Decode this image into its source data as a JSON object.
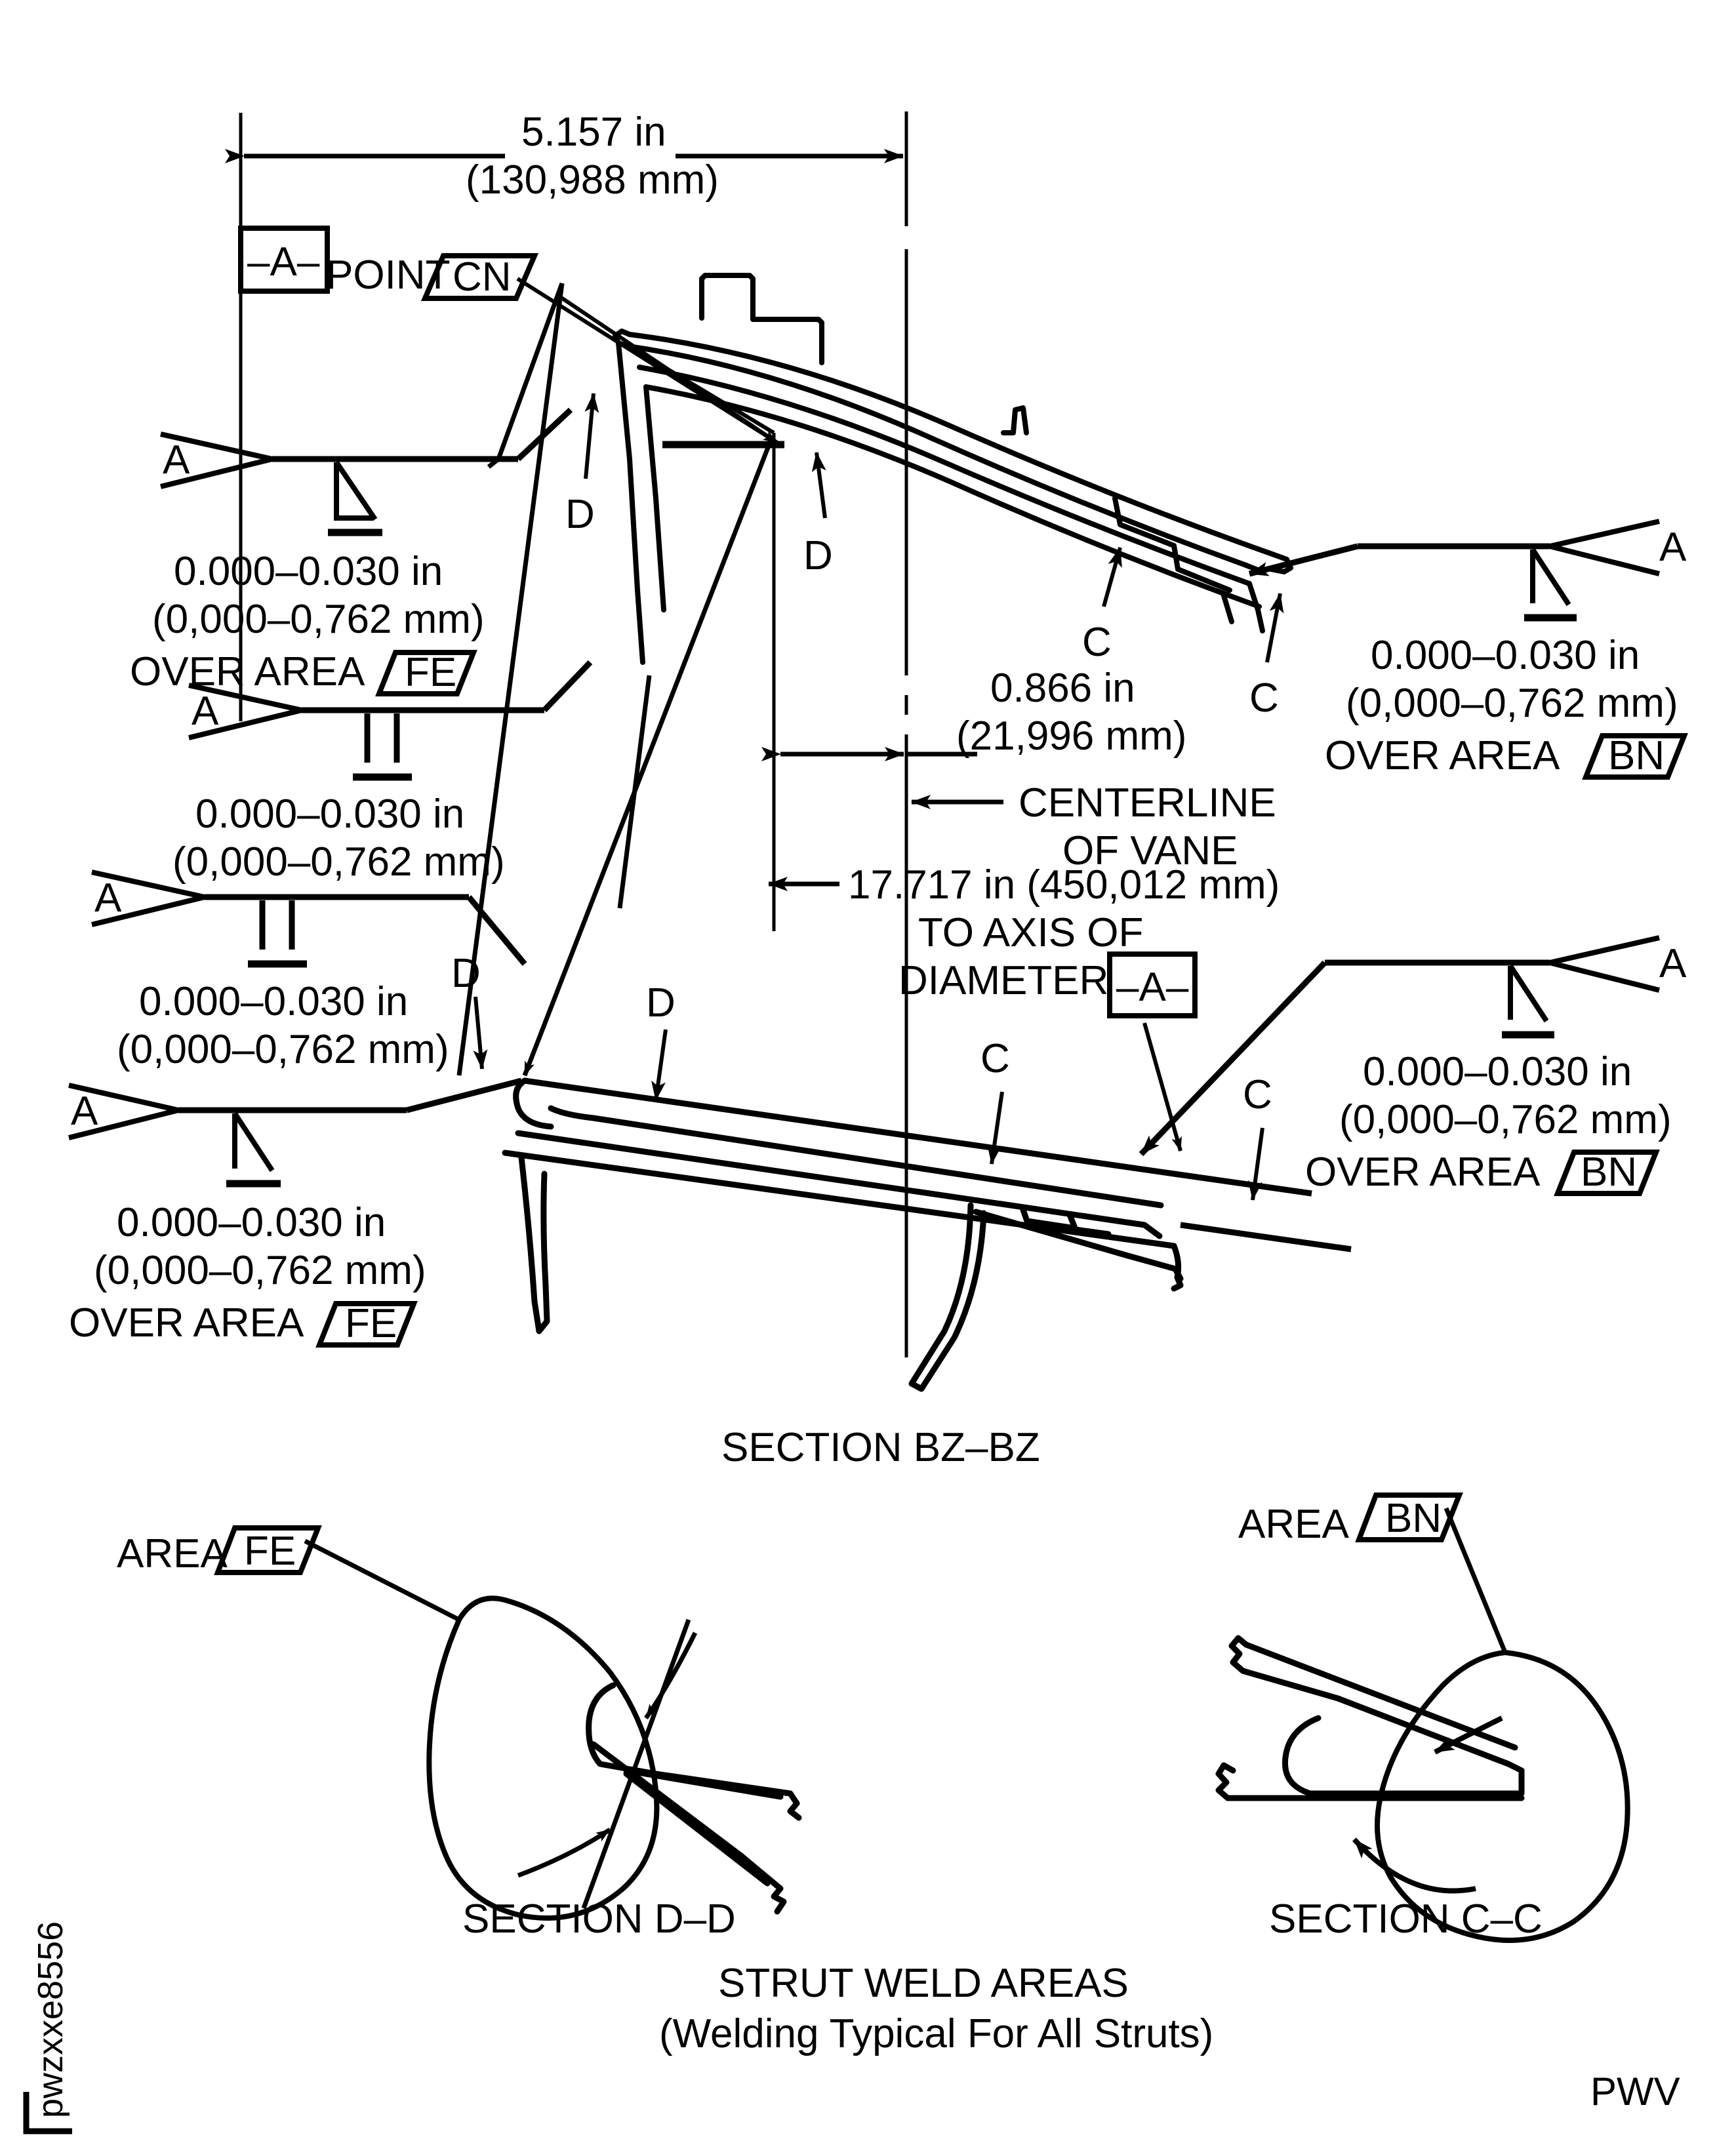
{
  "drawing": {
    "id_code": "pwzxxe8556",
    "corner_code": "PWV",
    "title": "STRUT WELD AREAS",
    "subtitle": "(Welding Typical For All Struts)"
  },
  "sections": {
    "main_label": "SECTION BZ–BZ",
    "detail_dd_label": "SECTION D–D",
    "detail_cc_label": "SECTION C–C"
  },
  "dimensions": {
    "overall": {
      "inches": "5.157 in",
      "mm": "(130,988 mm)"
    },
    "offset": {
      "inches": "0.866 in",
      "mm": "(21,996 mm)"
    },
    "axis": {
      "text": "17.717 in (450,012 mm)",
      "line2": "TO AXIS OF",
      "line3": "DIAMETER"
    }
  },
  "datum": {
    "label_a": "–A–",
    "label_a_axis": "–A–",
    "point_label": "POINT",
    "point_area": "CN"
  },
  "centerline": {
    "line1": "CENTERLINE",
    "line2": "OF VANE"
  },
  "weld_notes": [
    {
      "id": "note-top-left",
      "symbol_letter": "A",
      "weld_type": "fillet",
      "tol_in": "0.000–0.030 in",
      "tol_mm": "(0,000–0,762 mm)",
      "over_area_label": "OVER AREA",
      "area": "FE"
    },
    {
      "id": "note-mid-left",
      "symbol_letter": "A",
      "weld_type": "square-groove",
      "tol_in": "0.000–0.030 in",
      "tol_mm": "(0,000–0,762 mm)",
      "over_area_label": "",
      "area": ""
    },
    {
      "id": "note-lower-left",
      "symbol_letter": "A",
      "weld_type": "square-groove",
      "tol_in": "0.000–0.030 in",
      "tol_mm": "(0,000–0,762 mm)",
      "over_area_label": "",
      "area": ""
    },
    {
      "id": "note-bottom-left",
      "symbol_letter": "A",
      "weld_type": "fillet",
      "tol_in": "0.000–0.030 in",
      "tol_mm": "(0,000–0,762 mm)",
      "over_area_label": "OVER AREA",
      "area": "FE"
    },
    {
      "id": "note-top-right",
      "symbol_letter": "A",
      "weld_type": "fillet",
      "tol_in": "0.000–0.030 in",
      "tol_mm": "(0,000–0,762 mm)",
      "over_area_label": "OVER AREA",
      "area": "BN"
    },
    {
      "id": "note-bottom-right",
      "symbol_letter": "A",
      "weld_type": "fillet",
      "tol_in": "0.000–0.030 in",
      "tol_mm": "(0,000–0,762 mm)",
      "over_area_label": "OVER AREA",
      "area": "BN"
    }
  ],
  "callouts": {
    "d_upper_left": "D",
    "d_upper_right": "D",
    "c_upper_left": "C",
    "c_upper_right": "C",
    "d_lower_left": "D",
    "d_lower_right": "D",
    "c_lower_left": "C",
    "c_lower_right": "C"
  },
  "details": {
    "dd": {
      "area_label": "AREA",
      "area": "FE"
    },
    "cc": {
      "area_label": "AREA",
      "area": "BN"
    }
  },
  "colors": {
    "ink": "#000000",
    "paper": "#ffffff"
  }
}
